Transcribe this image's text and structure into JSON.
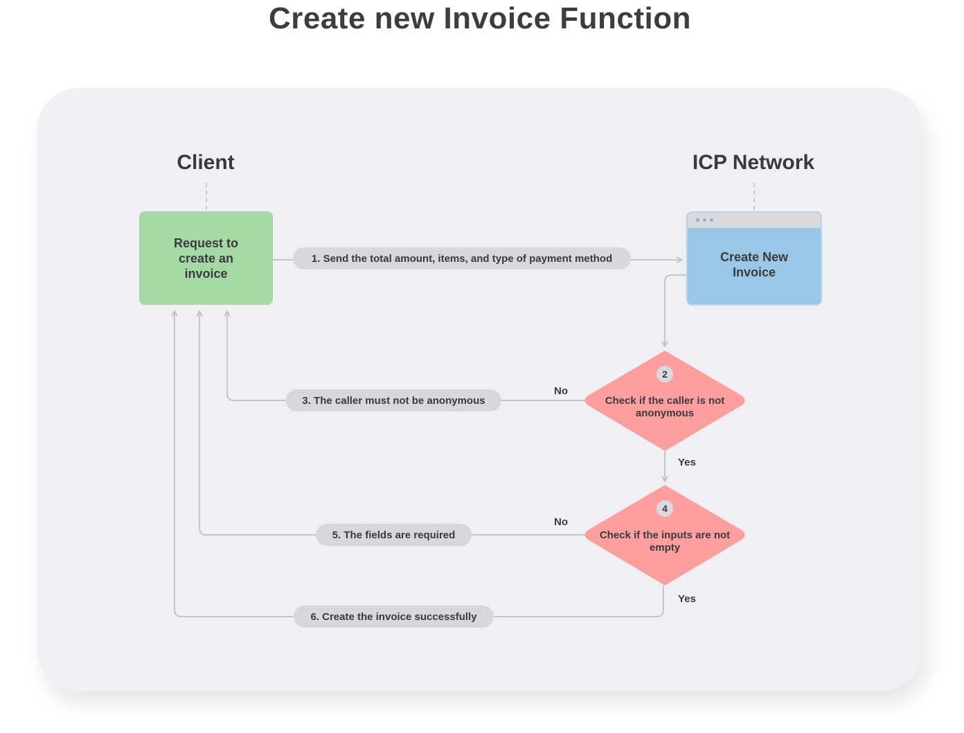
{
  "title": "Create new Invoice Function",
  "lanes": {
    "client": "Client",
    "icp": "ICP Network"
  },
  "nodes": {
    "client_request": "Request to create an invoice",
    "create_invoice": "Create New Invoice",
    "check_caller": {
      "step": "2",
      "label": "Check if the caller is not anonymous"
    },
    "check_inputs": {
      "step": "4",
      "label": "Check if the inputs are not empty"
    }
  },
  "edges": {
    "send": "1. Send the total amount, items, and type of payment method",
    "anonymous": "3. The caller must not be anonymous",
    "required": "5. The fields are required",
    "success": "6. Create the invoice successfully",
    "no": "No",
    "yes": "Yes"
  },
  "colors": {
    "client_box": "#a4d9a6",
    "icp_box": "#9bc7e7",
    "decision": "#fd9f9f",
    "pill": "#d7d7dc",
    "line": "#c4c4c9"
  }
}
